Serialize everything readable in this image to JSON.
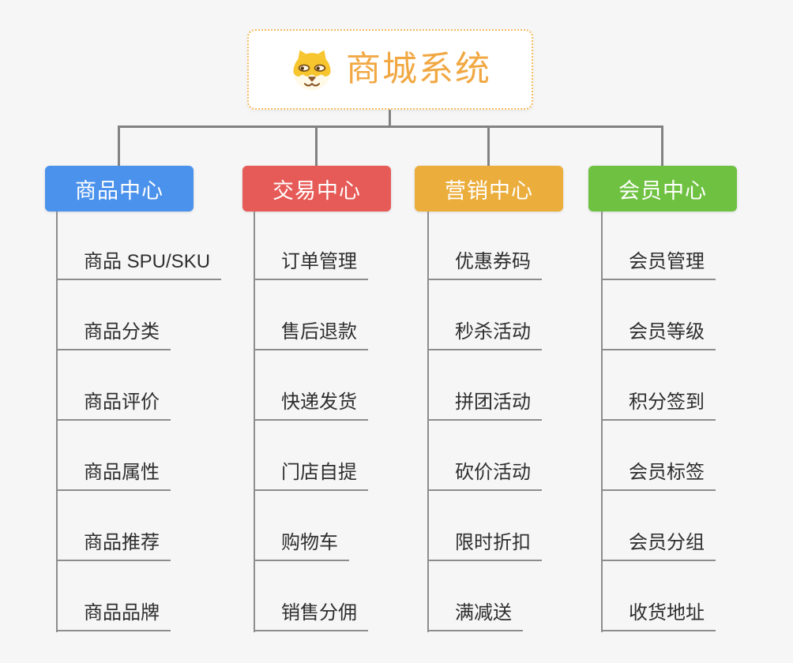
{
  "page": {
    "background": "#f6f6f6",
    "connector_color": "#828282"
  },
  "root": {
    "title": "商城系统",
    "title_color": "#f1a843",
    "border_color": "#f4bb5e",
    "icon": "doge-icon"
  },
  "branches": [
    {
      "label": "商品中心",
      "color": "#4b92ec",
      "items": [
        "商品 SPU/SKU",
        "商品分类",
        "商品评价",
        "商品属性",
        "商品推荐",
        "商品品牌"
      ]
    },
    {
      "label": "交易中心",
      "color": "#e65b57",
      "items": [
        "订单管理",
        "售后退款",
        "快递发货",
        "门店自提",
        "购物车",
        "销售分佣"
      ]
    },
    {
      "label": "营销中心",
      "color": "#ebad3c",
      "items": [
        "优惠券码",
        "秒杀活动",
        "拼团活动",
        "砍价活动",
        "限时折扣",
        "满减送"
      ]
    },
    {
      "label": "会员中心",
      "color": "#6fc241",
      "items": [
        "会员管理",
        "会员等级",
        "积分签到",
        "会员标签",
        "会员分组",
        "收货地址"
      ]
    }
  ]
}
